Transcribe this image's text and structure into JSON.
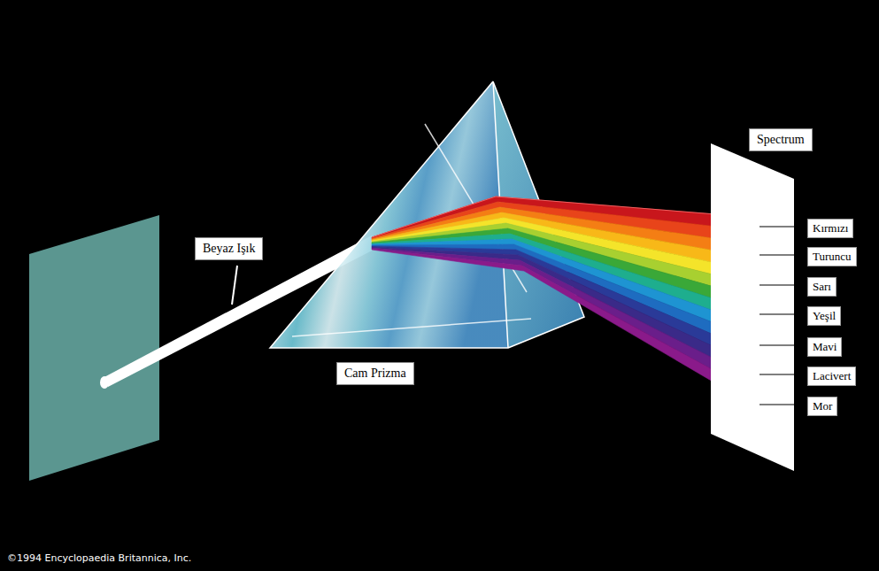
{
  "diagram": {
    "nodes": [
      {
        "text": [
          "Beyaz Işık"
        ]
      },
      {
        "text": [
          "Cam Prizma"
        ]
      },
      {
        "text": [
          "Spectrum"
        ]
      },
      {
        "text": [
          "Kırmızı"
        ]
      },
      {
        "text": [
          "Turuncu"
        ]
      },
      {
        "text": [
          "Sarı"
        ]
      },
      {
        "text": [
          "Yeşil"
        ]
      },
      {
        "text": [
          "Mavi"
        ]
      },
      {
        "text": [
          "Lacivert"
        ]
      },
      {
        "text": [
          "Mor"
        ]
      }
    ],
    "labels": [
      "©1994 Encyclopaedia Britannica, Inc."
    ]
  }
}
